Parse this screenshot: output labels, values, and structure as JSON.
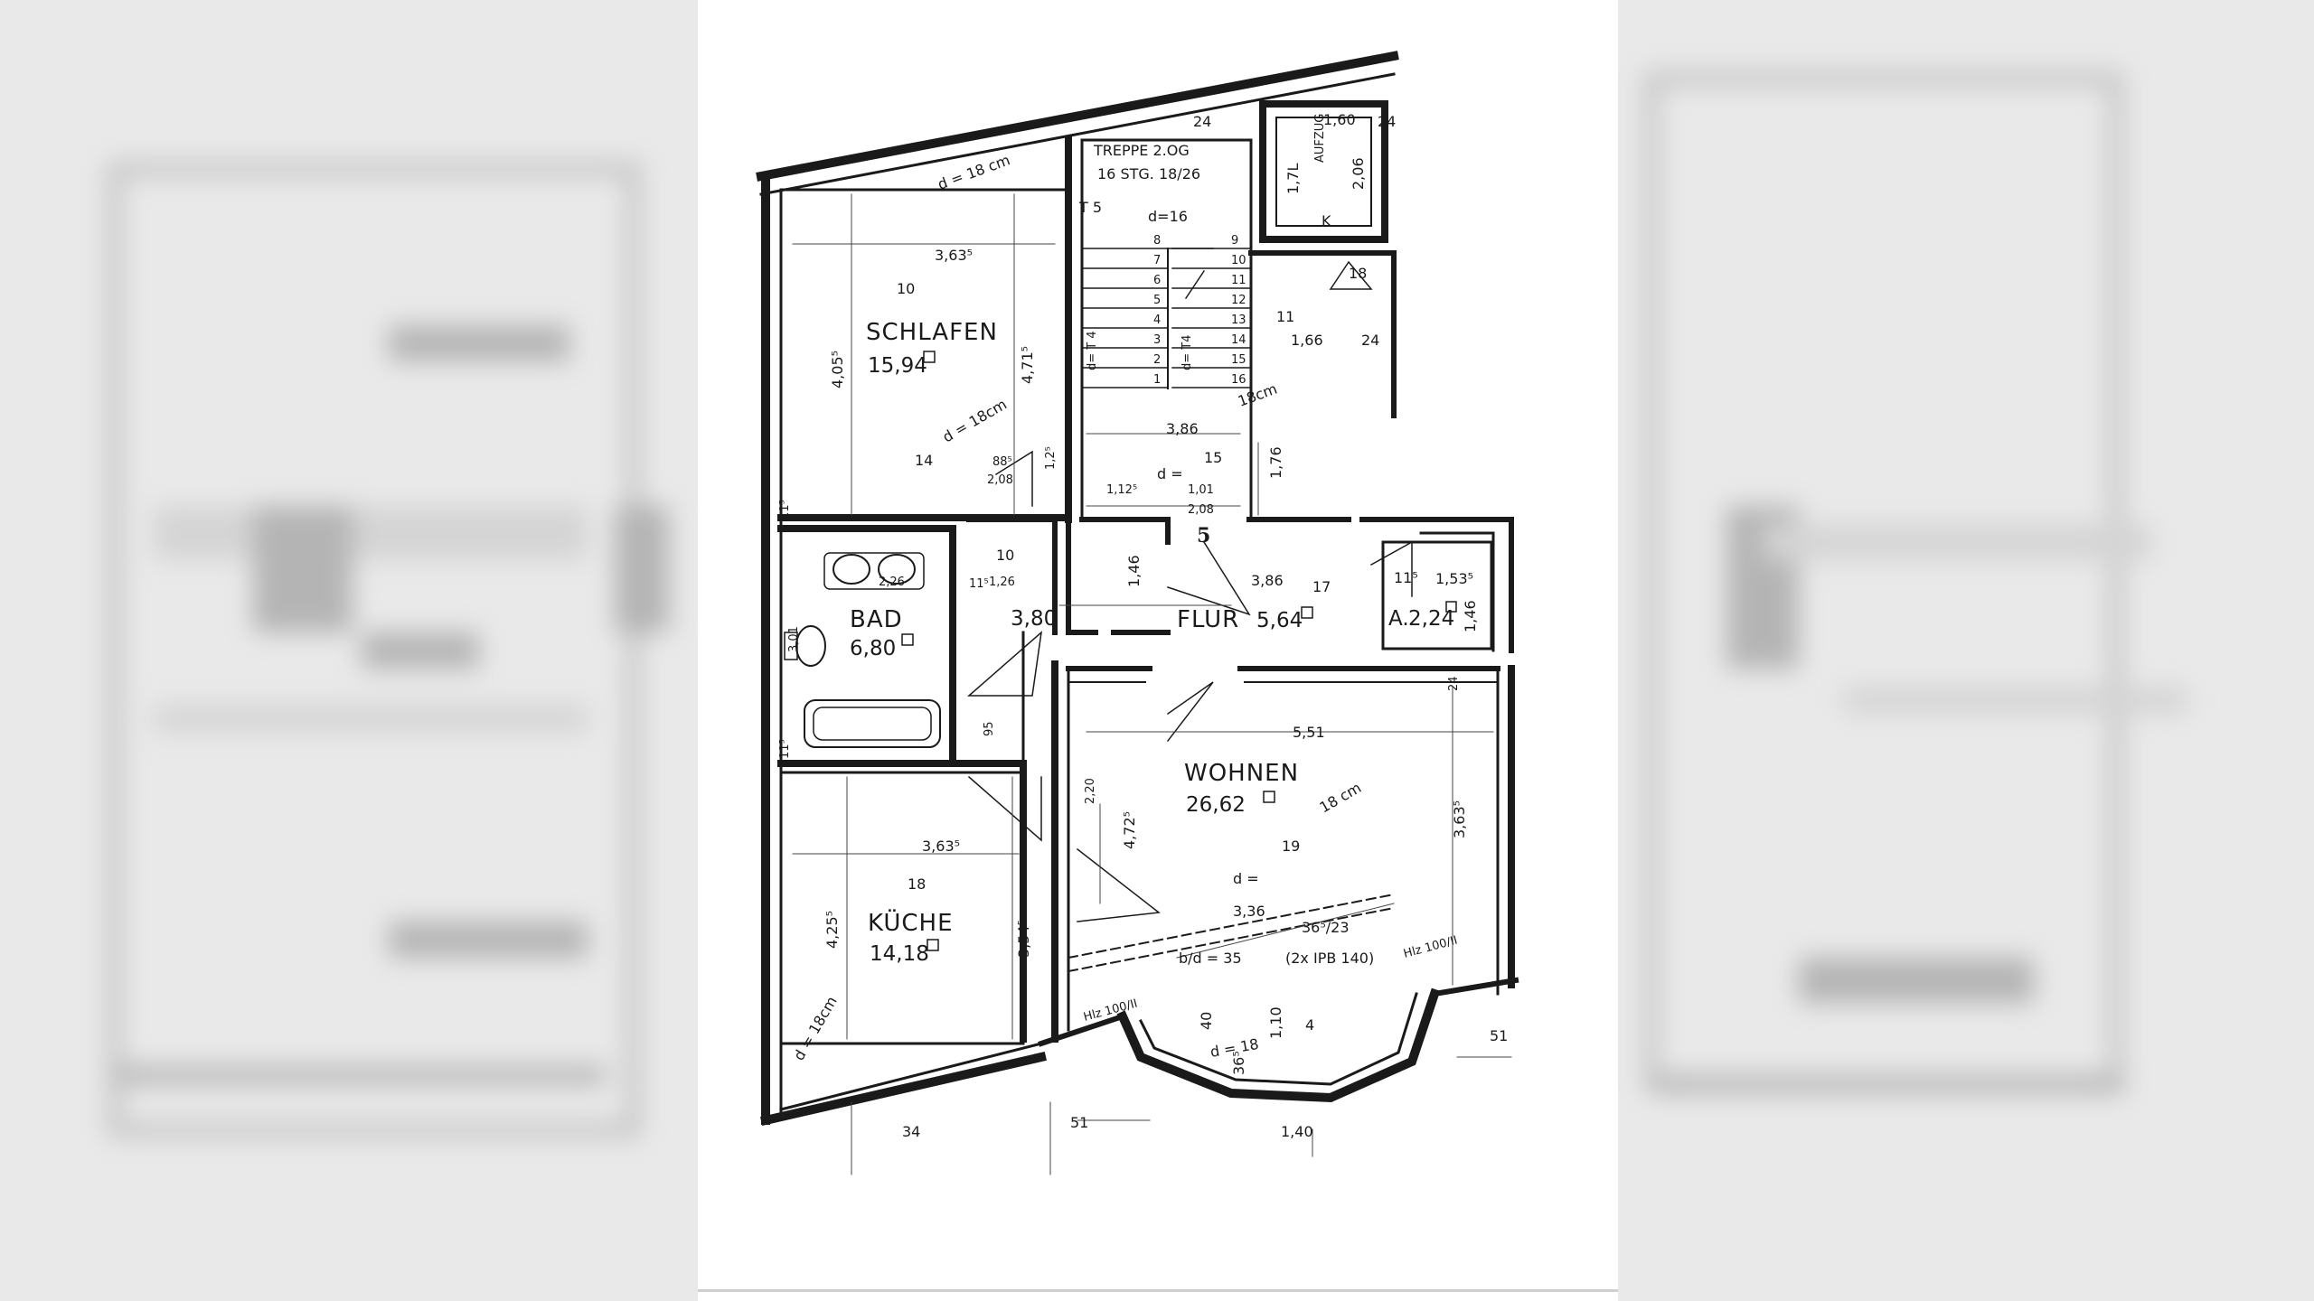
{
  "rooms": {
    "schlafen": {
      "name": "SCHLAFEN",
      "area": "15,94"
    },
    "bad": {
      "name": "BAD",
      "area": "6,80"
    },
    "kueche": {
      "name": "KÜCHE",
      "area": "14,18"
    },
    "wohnen": {
      "name": "WOHNEN",
      "area": "26,62"
    },
    "flur": {
      "name": "FLUR",
      "area": "5,64"
    },
    "abstell": {
      "name": "A.",
      "area": "2,24"
    }
  },
  "stair": {
    "line1": "TREPPE 2.OG",
    "line2": "16 STG. 18/26",
    "steps_left": [
      "1",
      "2",
      "3",
      "4",
      "5",
      "6",
      "7",
      "8"
    ],
    "steps_right": [
      "9",
      "10",
      "11",
      "12",
      "13",
      "14",
      "15",
      "16"
    ]
  },
  "elevator": {
    "label": "AUFZUG",
    "k": "K",
    "width": "1,60",
    "height": "2,06",
    "side": "1,7L"
  },
  "apartment_number": "5",
  "beam": {
    "line1": "b/d =     35",
    "line2": "36⁵/23",
    "line3": "(2x IPB 140)"
  },
  "dims": {
    "schlafen_w": "3,63⁵",
    "schlafen_h": "4,05⁵",
    "schlafen_diag": "4,71⁵",
    "schlafen_d1": "d = 18 cm",
    "schlafen_d2": "d = 18cm",
    "schlafen_n10": "10",
    "schlafen_n14": "14",
    "stair_t5": "T 5",
    "stair_d16": "d=16",
    "stair_t4a": "d= T 4",
    "stair_t4b": "d= T4",
    "lift_24a": "24",
    "lift_24b": "24",
    "lift_18": "18",
    "lift_11": "11",
    "lift_166": "1,66",
    "lift_24c": "24",
    "flur_386a": "3,86",
    "flur_386b": "3,86",
    "flur_15": "15",
    "flur_176": "1,76",
    "flur_18cm": "18cm",
    "flur_d": "d =",
    "flur_101": "1,01",
    "flur_208": "2,08",
    "flur_112": "1,12⁵",
    "flur_17": "17",
    "flur_146": "1,46",
    "door_885": "88⁵",
    "door_208": "2,08",
    "n_125": "1,2⁵",
    "bad_226": "2,26",
    "bad_301": "3,01",
    "bad_115": "11⁵",
    "bad_126": "1,26",
    "bad_10": "10",
    "bad_380": "3,80",
    "bad_95": "95",
    "a_1535": "1,53⁵",
    "a_146": "1,46",
    "a_115": "11⁵",
    "wohnen_551": "5,51",
    "wohnen_3635": "3,63⁵",
    "wohnen_18cm": "18 cm",
    "wohnen_19": "19",
    "wohnen_d": "d =",
    "wohnen_336": "3,36",
    "wohnen_4725": "4,72⁵",
    "wohnen_24": "24",
    "kueche_3635": "3,63⁵",
    "kueche_18": "18",
    "kueche_4255": "4,25⁵",
    "kueche_3545": "3,54⁵",
    "kueche_d18": "d = 18cm",
    "kueche_220": "2,20",
    "bay_d18": "d = 18",
    "bay_110": "1,10",
    "bay_4": "4",
    "bay_40": "40",
    "bay_365": "36⁵",
    "hlz_a": "Hlz 100/II",
    "hlz_b": "Hlz 100/II",
    "bottom_34": "34",
    "bottom_51a": "51",
    "bottom_51b": "51",
    "bottom_140": "1,40"
  }
}
